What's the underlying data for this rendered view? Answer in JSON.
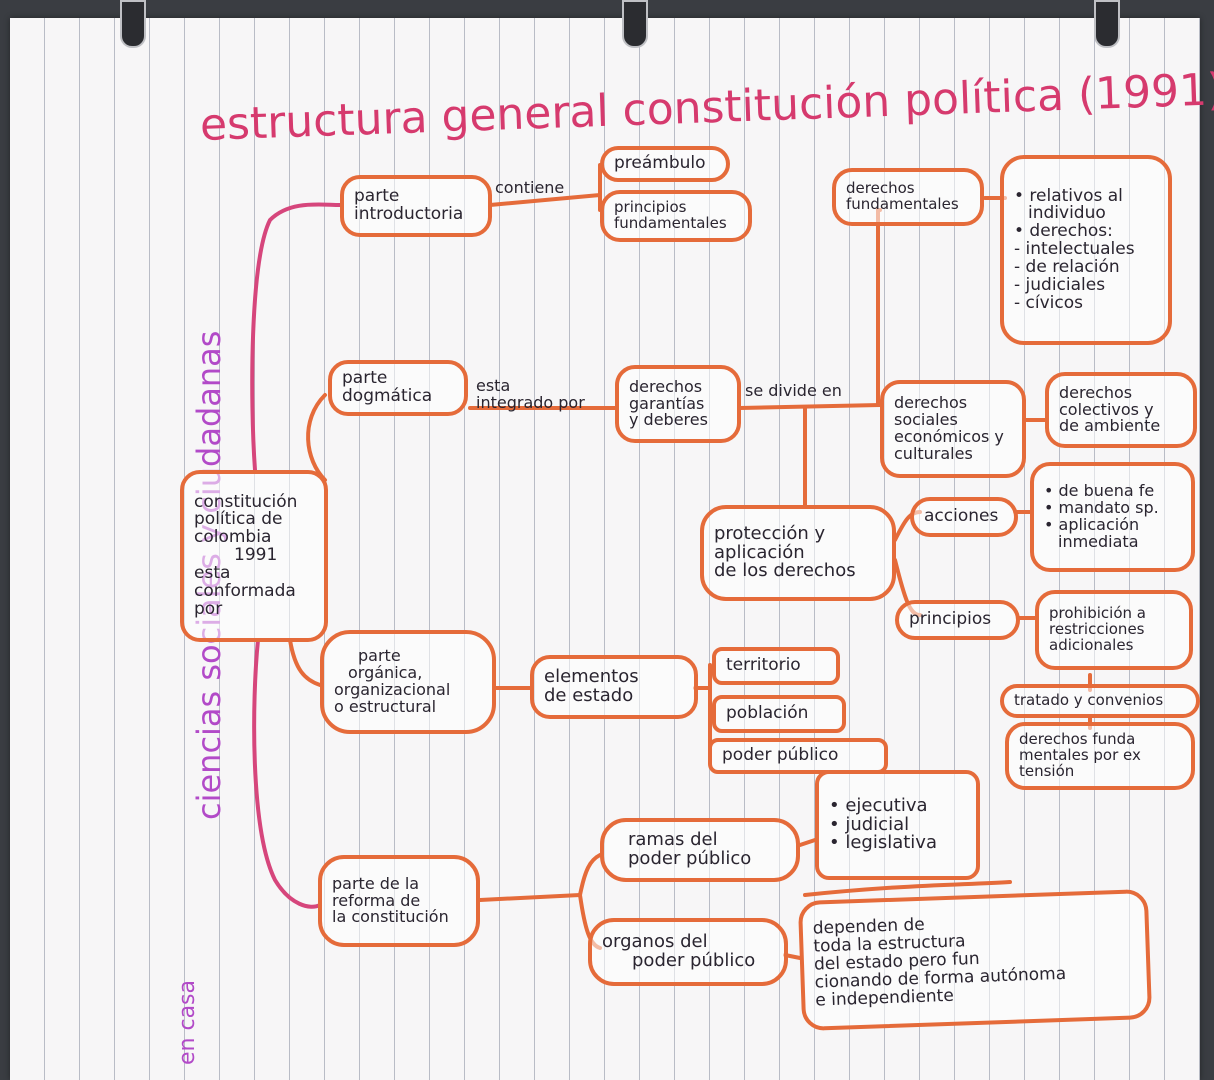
{
  "title": "estructura general constitución política (1991)",
  "side_label": "ciencias sociales y ciudadanas",
  "side_label_2": "en casa",
  "colors": {
    "node_border": "#e56b3a",
    "title": "#d63a6e",
    "side_label": "#b24ac8",
    "trunk": "#d6467c"
  },
  "central": {
    "lines": [
      "constitución",
      "política de",
      "colombia",
      "1991",
      "esta",
      "conformada",
      "por"
    ]
  },
  "intro": {
    "label": [
      "parte",
      "introductoria"
    ],
    "connector": "contiene",
    "preambulo": "preámbulo",
    "principios": [
      "principios",
      "fundamentales"
    ]
  },
  "dogmatica": {
    "label": [
      "parte",
      "dogmática"
    ],
    "connector": [
      "esta",
      "integrado por"
    ],
    "derechos_garantias": [
      "derechos",
      "garantías",
      "y deberes"
    ],
    "connector2": "se divide en",
    "fundamentales": [
      "derechos",
      "fundamentales"
    ],
    "fundamentales_detail": [
      "• relativos al",
      "individuo",
      "• derechos:",
      "- intelectuales",
      "- de relación",
      "- judiciales",
      "- cívicos"
    ],
    "sociales": [
      "derechos",
      "sociales",
      "económicos y",
      "culturales"
    ],
    "colectivos": [
      "derechos",
      "colectivos y",
      "de ambiente"
    ],
    "proteccion": [
      "protección y",
      "aplicación",
      "de los derechos"
    ],
    "acciones": "acciones",
    "acciones_detail": [
      "• de buena fe",
      "• mandato sp.",
      "• aplicación",
      "inmediata"
    ],
    "principios": "principios",
    "prohibicion": [
      "prohibición a",
      "restricciones",
      "adicionales"
    ],
    "tratado": "tratado y convenios",
    "extension": [
      "derechos funda",
      "mentales por ex",
      "tensión"
    ]
  },
  "organica": {
    "label": [
      "parte",
      "orgánica,",
      "organizacional",
      "o estructural"
    ],
    "elementos": [
      "elementos",
      "de estado"
    ],
    "territorio": "territorio",
    "poblacion": "población",
    "poder": "poder público"
  },
  "reforma": {
    "label": [
      "parte de la",
      "reforma de",
      "la constitución"
    ],
    "ramas": [
      "ramas del",
      "poder público"
    ],
    "ramas_detail": [
      "• ejecutiva",
      "• judicial",
      "• legislativa"
    ],
    "organos": [
      "organos del",
      "poder público"
    ],
    "organos_detail": [
      "dependen de",
      "toda la estructura",
      "del estado pero fun",
      "cionando de forma autónoma",
      "e independiente"
    ]
  }
}
